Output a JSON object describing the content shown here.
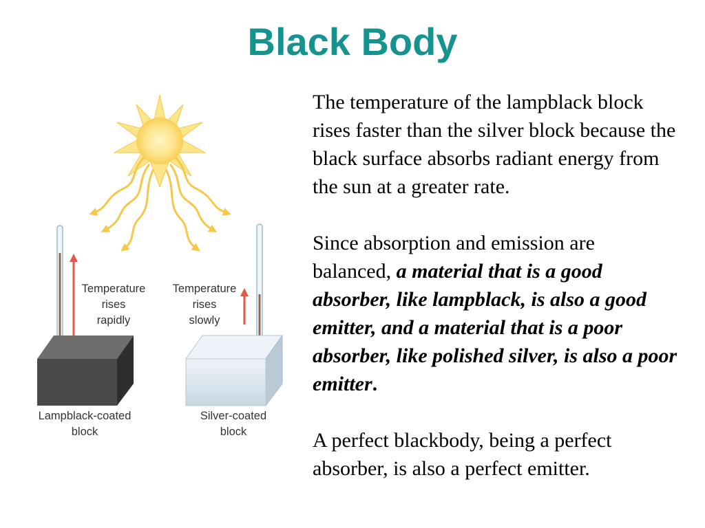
{
  "title": "Black Body",
  "diagram": {
    "left_label": [
      "Temperature",
      "rises",
      "rapidly"
    ],
    "right_label": [
      "Temperature",
      "rises",
      "slowly"
    ],
    "left_block_caption": [
      "Lampblack-coated",
      "block"
    ],
    "right_block_caption": [
      "Silver-coated",
      "block"
    ],
    "colors": {
      "sun": "#fcd96a",
      "rays": "#f5c74a",
      "arrow": "#e05a4a",
      "lampblack": "#4a4a4a",
      "silver": "#d7e3ec"
    }
  },
  "paragraphs": {
    "p1": "The temperature of the lampblack block rises faster than the silver block because the black surface absorbs radiant energy from the sun at a greater rate.",
    "p2_start": "Since absorption and emission are balanced, ",
    "p2_emphasis": "a material that is a good absorber, like lampblack, is also a good emitter, and a material that is a poor absorber, like polished silver, is also a poor emitter",
    "p2_end": ".",
    "p3": "A perfect blackbody, being a perfect absorber, is also a perfect emitter."
  }
}
